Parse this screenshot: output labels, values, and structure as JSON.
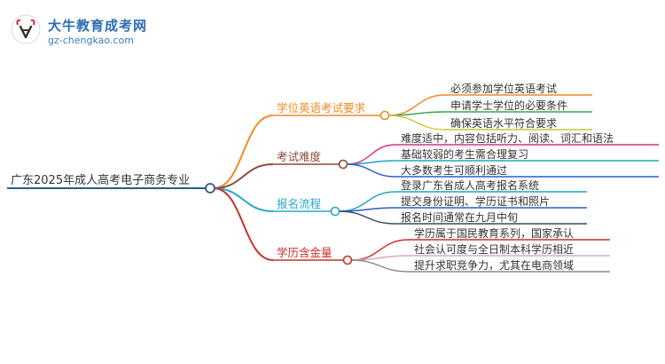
{
  "site": {
    "title": "大牛教育成考网",
    "url": "gz-chengkao.com"
  },
  "root": {
    "label": "广东2025年成人高考电子商务专业",
    "color": "#2a5d8a"
  },
  "branches": [
    {
      "label": "学位英语考试要求",
      "color": "#f08a24",
      "children": [
        {
          "label": "必须参加学位英语考试",
          "color": "#f08a24"
        },
        {
          "label": "申请学士学位的必要条件",
          "color": "#3aa655"
        },
        {
          "label": "确保英语水平符合要求",
          "color": "#c9c92a"
        }
      ]
    },
    {
      "label": "考试难度",
      "color": "#8b4a3a",
      "children": [
        {
          "label": "难度适中，内容包括听力、阅读、词汇和语法",
          "color": "#d63384"
        },
        {
          "label": "基础较弱的考生需合理复习",
          "color": "#1ea6c6"
        },
        {
          "label": "大多数考生可顺利通过",
          "color": "#2a5dc9"
        }
      ]
    },
    {
      "label": "报名流程",
      "color": "#2aa8c9",
      "children": [
        {
          "label": "登录广东省成人高考报名系统",
          "color": "#1ea6c6"
        },
        {
          "label": "提交身份证明、学历证书和照片",
          "color": "#2a5dc9"
        },
        {
          "label": "报名时间通常在九月中旬",
          "color": "#3a4a5a"
        }
      ]
    },
    {
      "label": "学历含金量",
      "color": "#c9302a",
      "children": [
        {
          "label": "学历属于国民教育系列，国家承认",
          "color": "#c9302a"
        },
        {
          "label": "社会认可度与全日制本科学历相近",
          "color": "#d8a8c8"
        },
        {
          "label": "提升求职竞争力，尤其在电商领域",
          "color": "#8a8a8a"
        }
      ]
    }
  ]
}
